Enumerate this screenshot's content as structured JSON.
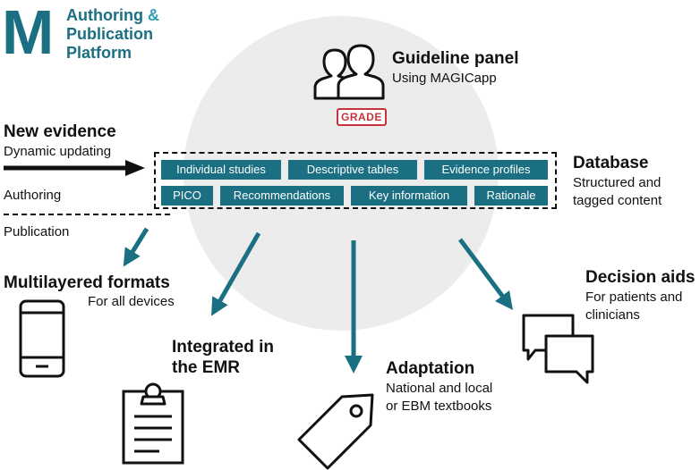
{
  "logo": {
    "letter": "M",
    "line1": "Authoring",
    "amp": "&",
    "line2": "Publication",
    "line3": "Platform"
  },
  "guideline_panel": {
    "title": "Guideline panel",
    "subtitle": "Using MAGICapp",
    "badge": "GRADE"
  },
  "new_evidence": {
    "title": "New evidence",
    "subtitle": "Dynamic updating"
  },
  "stages": {
    "authoring": "Authoring",
    "publication": "Publication"
  },
  "database": {
    "title": "Database",
    "subtitle_line1": "Structured and",
    "subtitle_line2": "tagged content",
    "row1": [
      "Individual studies",
      "Descriptive tables",
      "Evidence profiles"
    ],
    "row2": [
      "PICO",
      "Recommendations",
      "Key information",
      "Rationale"
    ]
  },
  "outputs": {
    "multilayered": {
      "title": "Multilayered formats",
      "subtitle": "For all devices"
    },
    "emr": {
      "title_line1": "Integrated in",
      "title_line2": "the EMR"
    },
    "adaptation": {
      "title": "Adaptation",
      "subtitle_line1": "National and local",
      "subtitle_line2": "or EBM textbooks"
    },
    "decision_aids": {
      "title": "Decision aids",
      "subtitle_line1": "For patients and",
      "subtitle_line2": "clinicians"
    }
  },
  "colors": {
    "teal": "#1b6f82",
    "grade_red": "#c8323a",
    "circle": "#ececec"
  },
  "icons": [
    "people-icon",
    "phone-icon",
    "clipboard-icon",
    "tag-icon",
    "chat-bubbles-icon"
  ]
}
